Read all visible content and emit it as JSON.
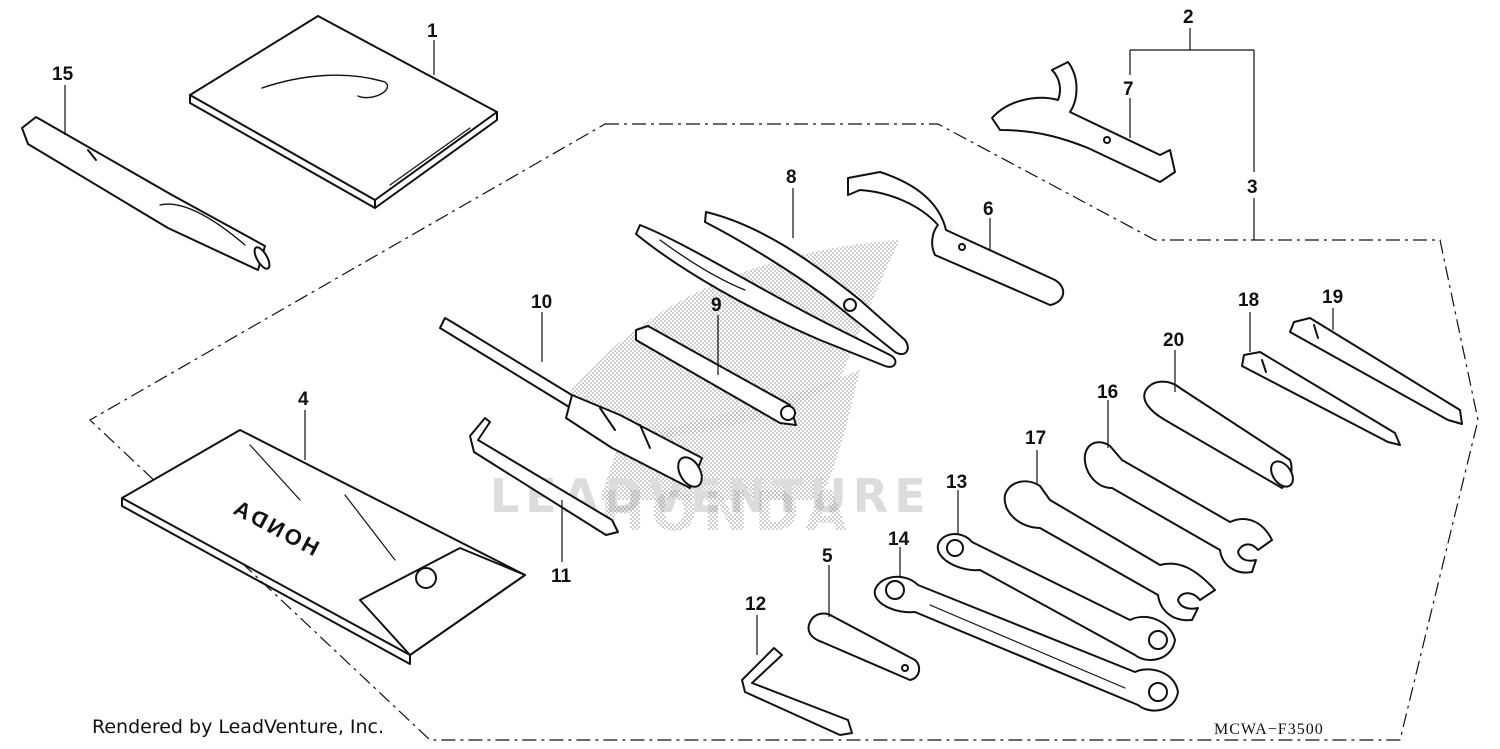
{
  "callouts": {
    "c1": "1",
    "c2": "2",
    "c3": "3",
    "c4": "4",
    "c5": "5",
    "c6": "6",
    "c7": "7",
    "c8": "8",
    "c9": "9",
    "c10": "10",
    "c11": "11",
    "c12": "12",
    "c13": "13",
    "c14": "14",
    "c15": "15",
    "c16": "16",
    "c17": "17",
    "c18": "18",
    "c19": "19",
    "c20": "20"
  },
  "watermark": {
    "brand": "HONDA",
    "dealer": "LEADVENTURE"
  },
  "pouch_lettering": "HONDA",
  "footer": {
    "credit": "Rendered by LeadVenture, Inc.",
    "diagram_code": "MCWA−F3500"
  },
  "colors": {
    "line": "#111111",
    "watermark": "#d9d9d9",
    "stipple": "#9a9a9a"
  }
}
